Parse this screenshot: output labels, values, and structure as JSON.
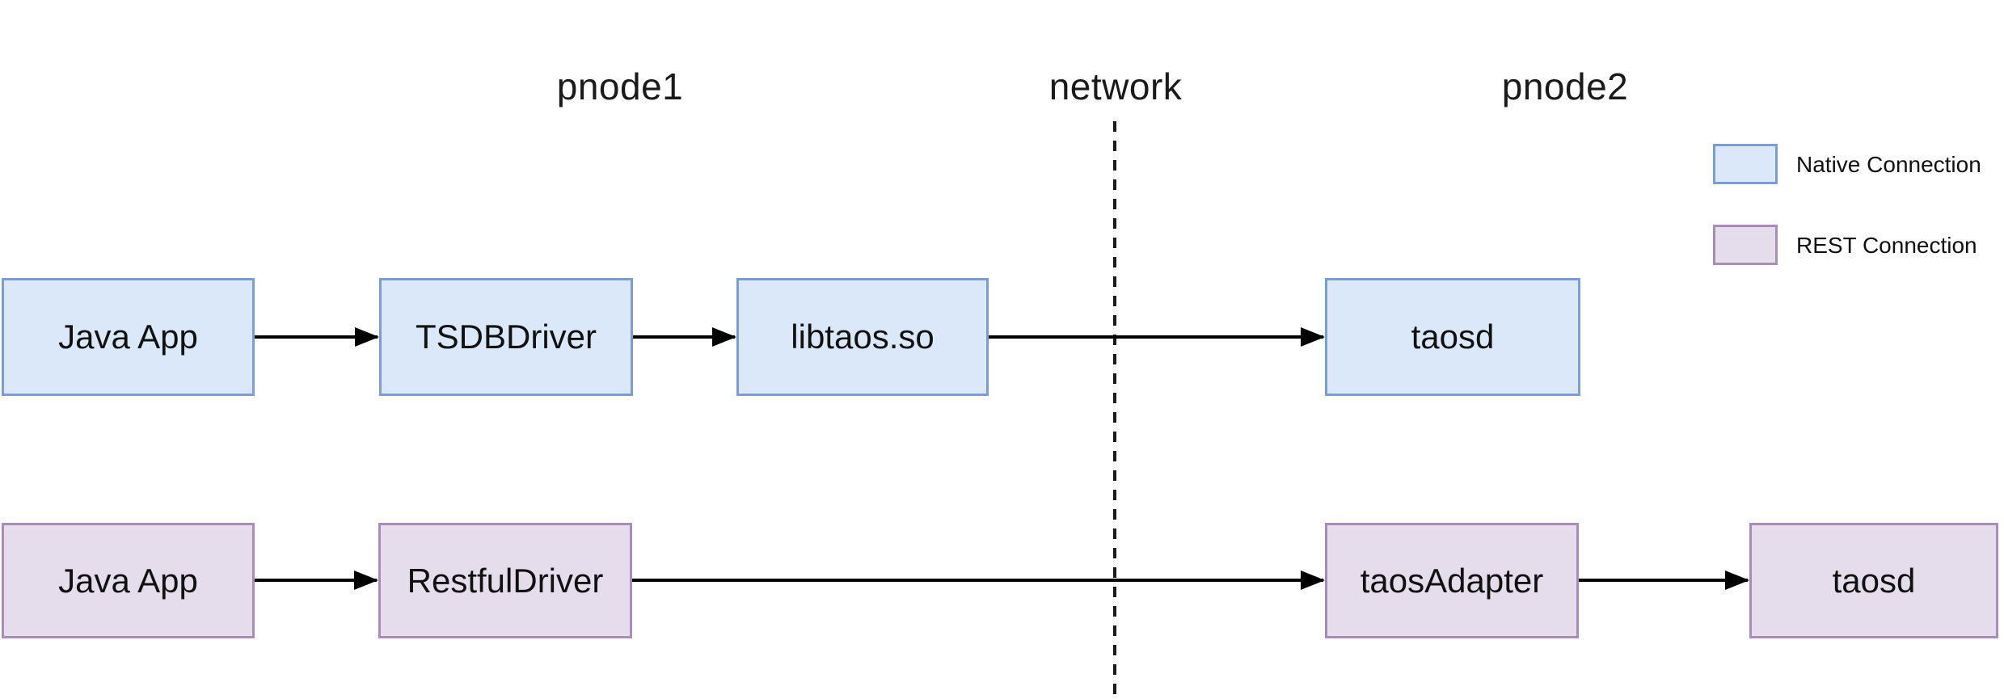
{
  "headers": {
    "pnode1": "pnode1",
    "network": "network",
    "pnode2": "pnode2"
  },
  "legend": {
    "native_label": "Native Connection",
    "rest_label": "REST Connection"
  },
  "nodes": {
    "java_app_native": "Java App",
    "tsdb_driver": "TSDBDriver",
    "libtaos": "libtaos.so",
    "taosd_native": "taosd",
    "java_app_rest": "Java App",
    "restful_driver": "RestfulDriver",
    "taos_adapter": "taosAdapter",
    "taosd_rest": "taosd"
  },
  "colors": {
    "native_fill": "#dbe8fa",
    "native_stroke": "#7e9cd4",
    "rest_fill": "#e5dcec",
    "rest_stroke": "#a98cb7",
    "line": "#000000"
  }
}
